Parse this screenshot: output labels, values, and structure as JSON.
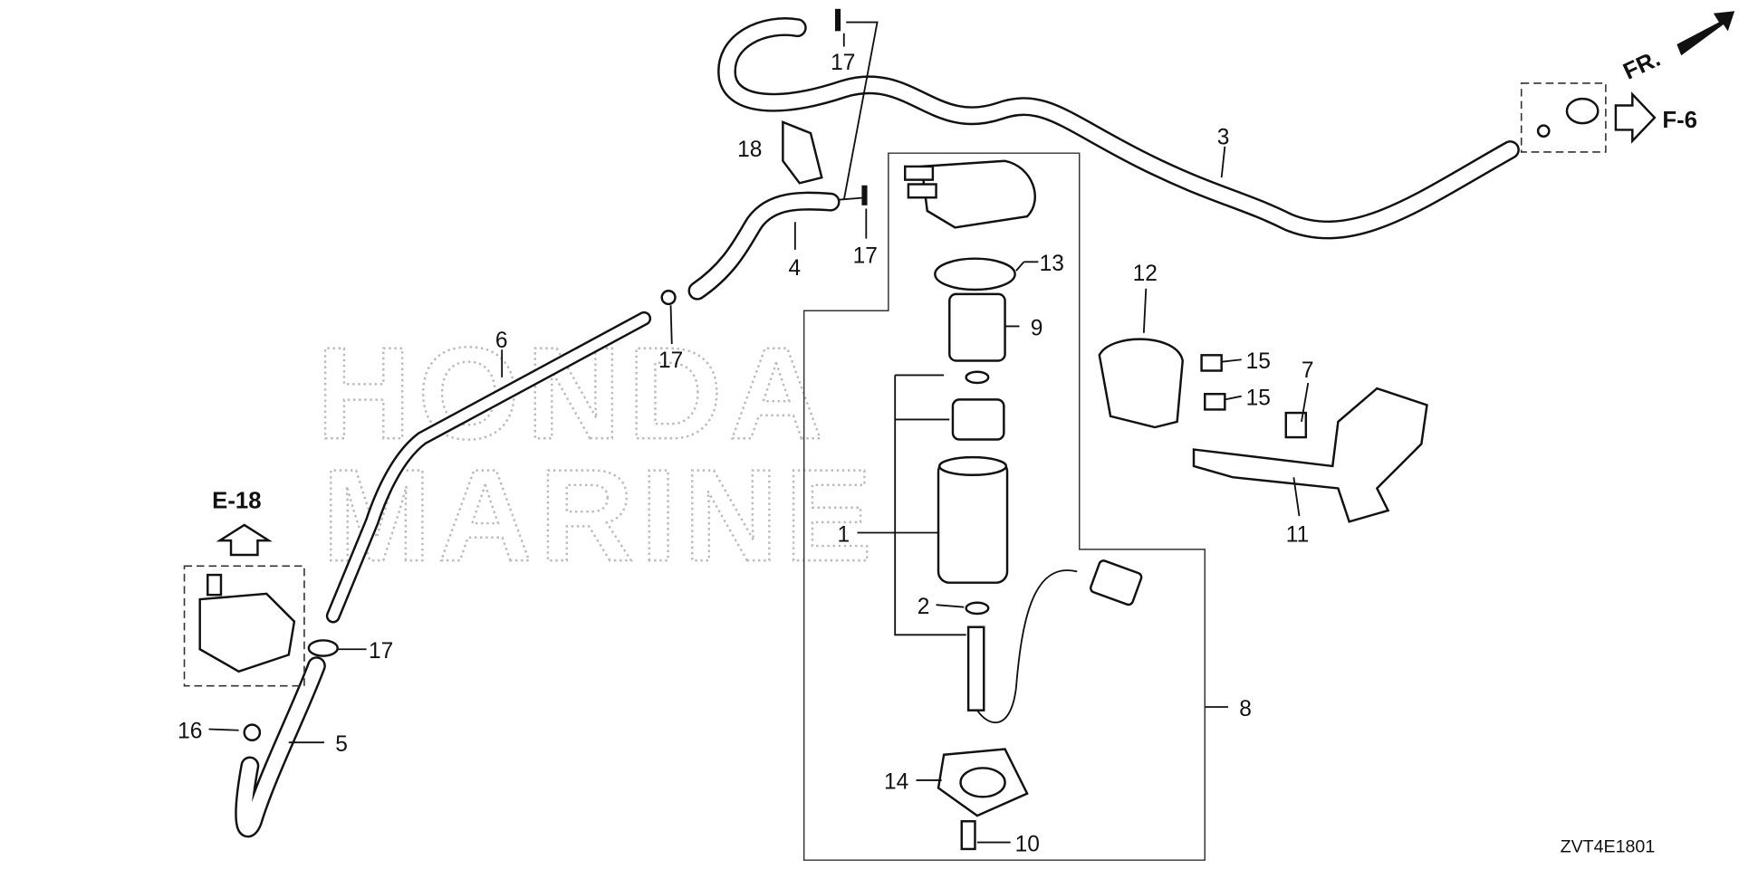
{
  "diagram": {
    "code": "ZVT4E1801",
    "watermark": [
      "HONDA",
      "MARINE"
    ],
    "refs": {
      "front": "FR.",
      "f6": "F-6",
      "e18": "E-18"
    },
    "callouts": [
      "17",
      "18",
      "3",
      "17",
      "4",
      "13",
      "9",
      "6",
      "17",
      "12",
      "15",
      "15",
      "7",
      "11",
      "1",
      "2",
      "17",
      "16",
      "5",
      "8",
      "14",
      "10"
    ]
  }
}
